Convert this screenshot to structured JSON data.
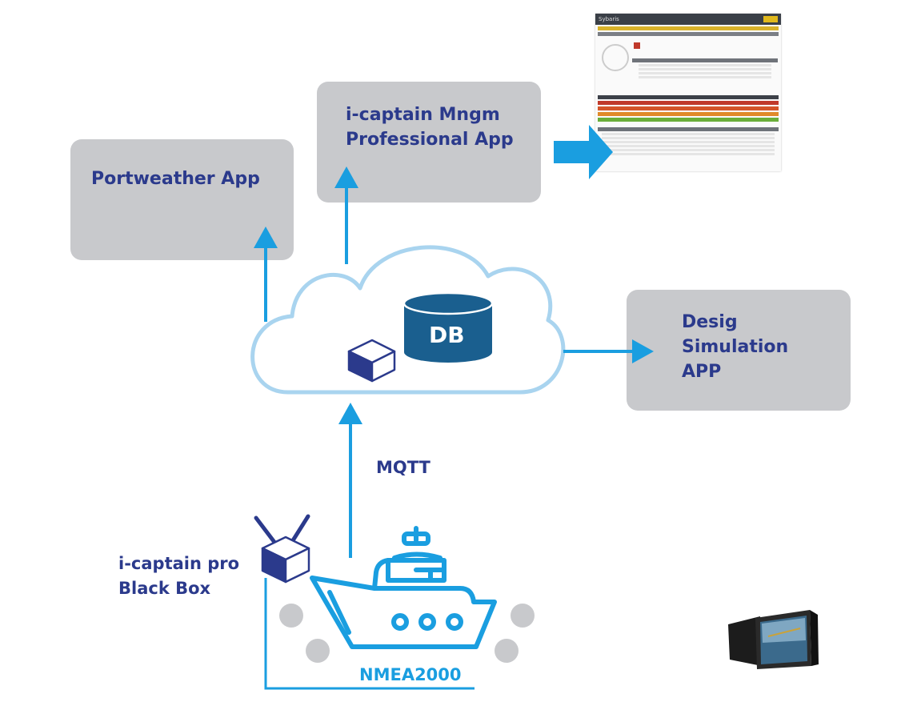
{
  "boxes": {
    "portweather": {
      "line1": "Portweather App"
    },
    "mngm": {
      "line1": "i-captain Mngm",
      "line2": "Professional App"
    },
    "simulation": {
      "line1": "Desig",
      "line2": "Simulation",
      "line3": "APP"
    }
  },
  "cloud": {
    "db_label": "DB"
  },
  "links": {
    "mqtt": "MQTT",
    "nmea": "NMEA2000"
  },
  "device": {
    "line1": "i-captain pro",
    "line2": "Black Box"
  },
  "screenshot": {
    "brand": "Sybaris"
  },
  "colors": {
    "arrow_blue": "#1a9ee0",
    "navy_text": "#2b3a8c",
    "box_gray": "#c8c9cc",
    "cloud_outline": "#a9d4ef",
    "db_blue": "#1a5f8f"
  },
  "icons": [
    "cube-icon",
    "database-icon",
    "boat-icon",
    "black-box-icon",
    "chartplotter-icon"
  ]
}
